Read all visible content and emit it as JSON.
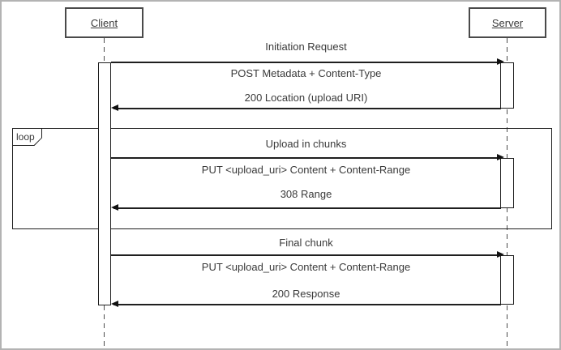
{
  "actors": {
    "client": "Client",
    "server": "Server"
  },
  "loop": {
    "label": "loop"
  },
  "exchanges": [
    {
      "title": "Initiation Request",
      "request": "POST Metadata + Content-Type",
      "response": "200 Location (upload URI)"
    },
    {
      "title": "Upload in chunks",
      "request": "PUT <upload_uri> Content + Content-Range",
      "response": "308 Range"
    },
    {
      "title": "Final chunk",
      "request": "PUT <upload_uri> Content + Content-Range",
      "response": "200 Response"
    }
  ],
  "colors": {
    "line": "#1f1f1f",
    "text": "#3a3a3a",
    "frame_border": "#b3b3b3",
    "background": "#ffffff"
  }
}
